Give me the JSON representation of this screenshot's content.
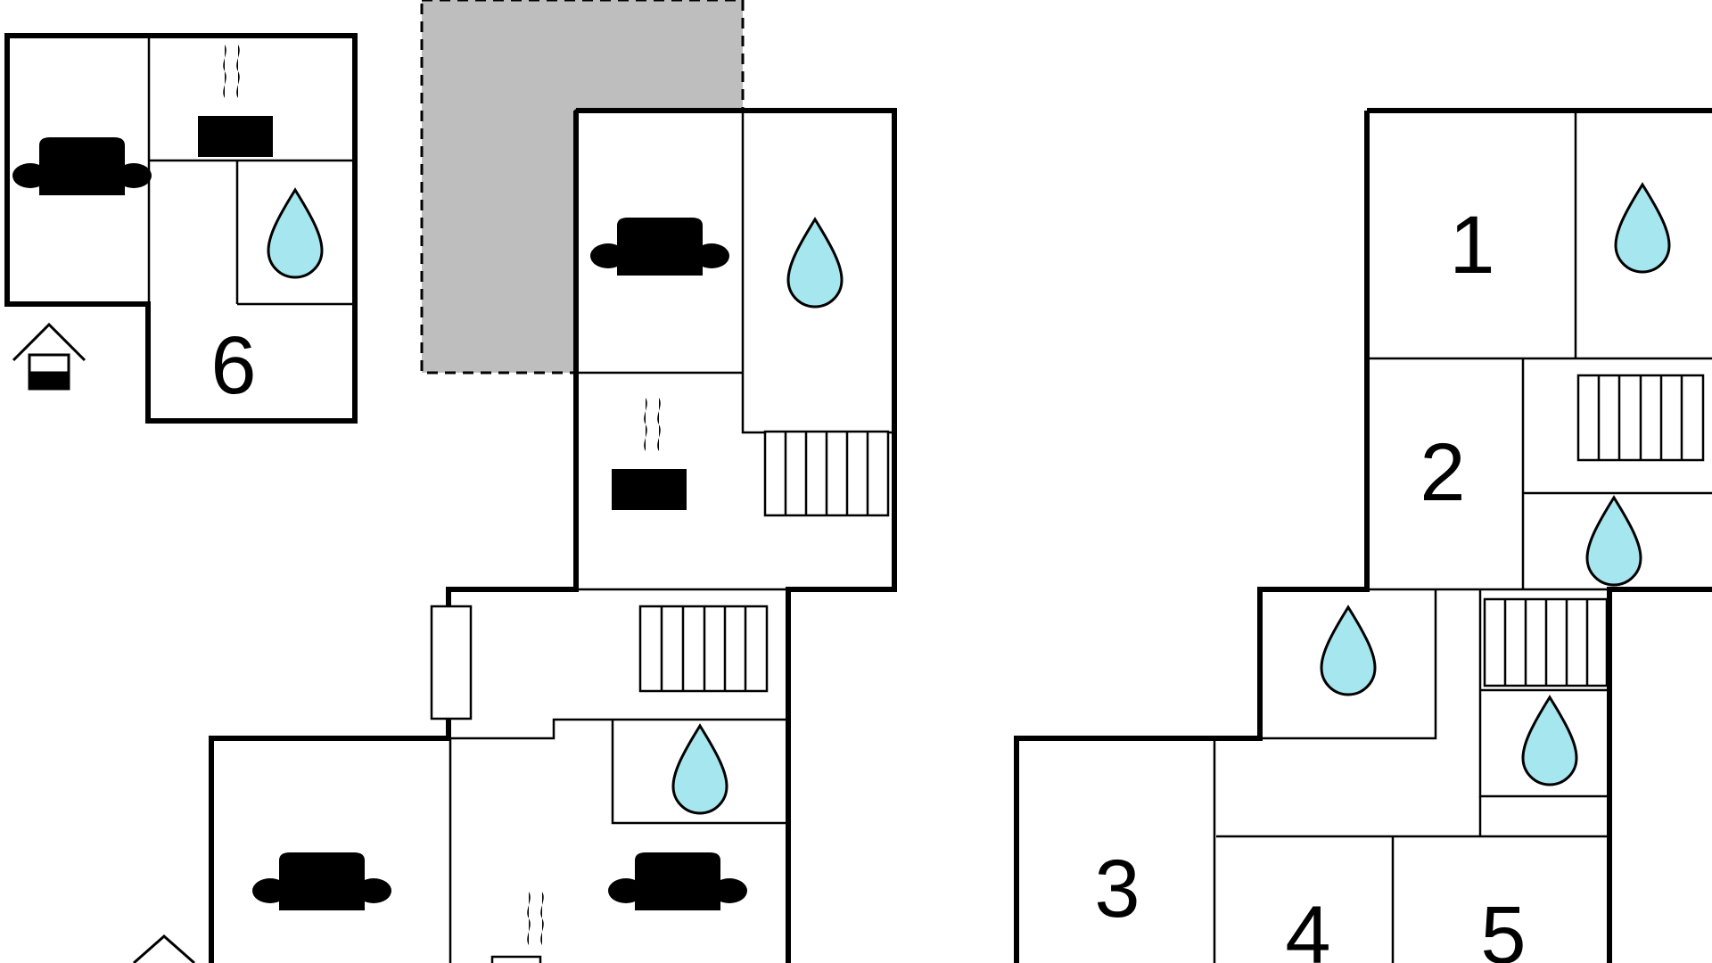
{
  "diagram": {
    "type": "floor-plan",
    "colors": {
      "walls": "#000000",
      "water_icon": "#a6e6ee",
      "terrace": "#bebebe",
      "steam": "#888888"
    },
    "room_labels": {
      "room_1": "1",
      "room_2": "2",
      "room_3": "3",
      "room_4": "4",
      "room_5": "5",
      "room_6": "6"
    },
    "icons": [
      "sofa-icon",
      "cooking-pot-icon",
      "water-drop-icon",
      "staircase-icon",
      "entrance-house-icon",
      "door-icon"
    ]
  }
}
